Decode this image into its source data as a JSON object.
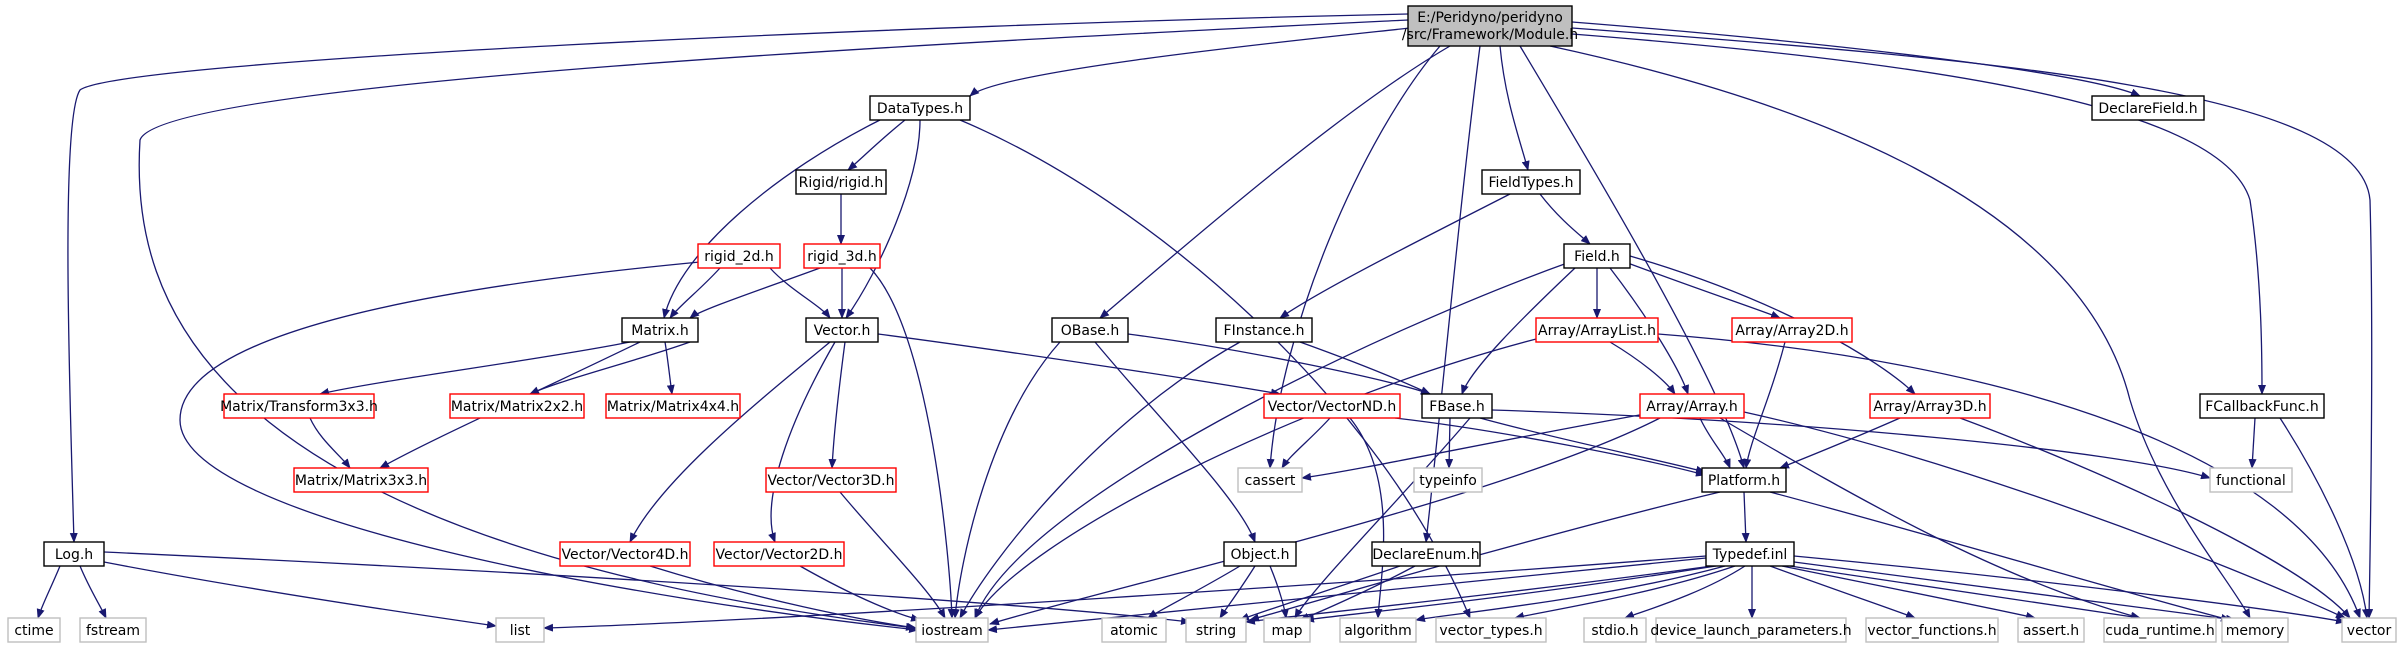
{
  "diagram": {
    "root": [
      "E:/Peridyno/peridyno",
      "/src/Framework/Module.h"
    ],
    "nodes": {
      "datatypes": "DataTypes.h",
      "declarefield": "DeclareField.h",
      "rigid": "Rigid/rigid.h",
      "fieldtypes": "FieldTypes.h",
      "rigid2d": "rigid_2d.h",
      "rigid3d": "rigid_3d.h",
      "field": "Field.h",
      "matrix": "Matrix.h",
      "vector": "Vector.h",
      "obase": "OBase.h",
      "finstance": "FInstance.h",
      "arraylist": "Array/ArrayList.h",
      "array2d": "Array/Array2D.h",
      "transform3x3": "Matrix/Transform3x3.h",
      "matrix2x2": "Matrix/Matrix2x2.h",
      "matrix4x4": "Matrix/Matrix4x4.h",
      "vectornd": "Vector/VectorND.h",
      "fbase": "FBase.h",
      "array": "Array/Array.h",
      "array3d": "Array/Array3D.h",
      "fcallback": "FCallbackFunc.h",
      "matrix3x3": "Matrix/Matrix3x3.h",
      "vector3d": "Vector/Vector3D.h",
      "cassert": "cassert",
      "typeinfo": "typeinfo",
      "platform": "Platform.h",
      "functional": "functional",
      "log": "Log.h",
      "vector4d": "Vector/Vector4D.h",
      "vector2d": "Vector/Vector2D.h",
      "object": "Object.h",
      "declareenum": "DeclareEnum.h",
      "typedef": "Typedef.inl",
      "ctime": "ctime",
      "fstream": "fstream",
      "list": "list",
      "iostream": "iostream",
      "atomic": "atomic",
      "string": "string",
      "map": "map",
      "algorithm": "algorithm",
      "vector_types": "vector_types.h",
      "stdio": "stdio.h",
      "device_launch": "device_launch_parameters.h",
      "vector_functions": "vector_functions.h",
      "assert": "assert.h",
      "cuda_runtime": "cuda_runtime.h",
      "memory": "memory",
      "stdvector": "vector"
    },
    "colors": {
      "root_fill": "#bfbfbf",
      "normal_border": "#000000",
      "missing_border": "#ff0000",
      "system_border": "#bfbfbf",
      "system_text": "#000000",
      "edge": "#191970"
    }
  }
}
